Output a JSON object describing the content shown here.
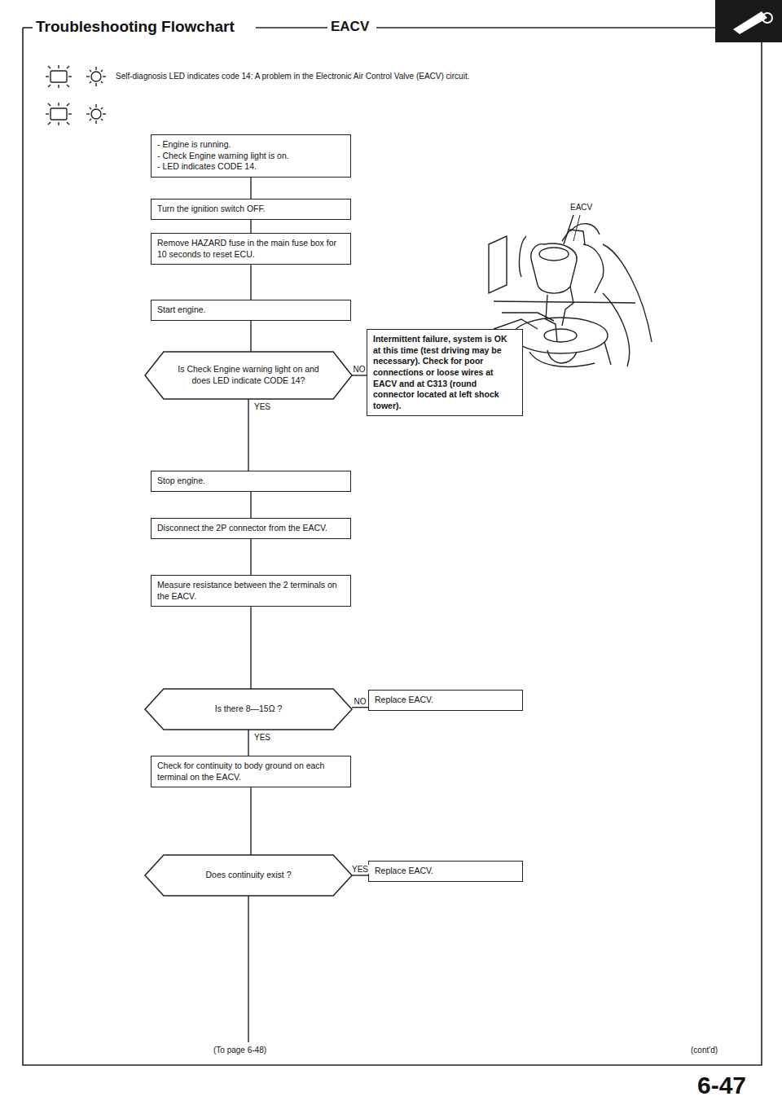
{
  "diagram": {
    "title": "Troubleshooting Flowchart",
    "nodes": [
      {
        "text": [
          "- Engine is running.",
          "- Check Engine warning light is on.",
          "- LED indicates CODE 14."
        ]
      },
      {
        "text": [
          "Turn the ignition switch OFF."
        ]
      },
      {
        "text": [
          "Remove HAZARD fuse in the main fuse box for 10 seconds to reset ECU."
        ]
      },
      {
        "text": [
          "Start engine."
        ]
      },
      {
        "text": [
          "Is Check Engine warning light on and does LED indicate CODE 14?"
        ]
      },
      {
        "text": [
          "Intermittent failure, system is OK at this time (test driving may be necessary). Check for poor connections or loose wires at EACV and at C313 (round connector located at left shock tower)."
        ]
      },
      {
        "text": [
          "Stop engine."
        ]
      },
      {
        "text": [
          "Disconnect the 2P connector from the EACV."
        ]
      },
      {
        "text": [
          "Measure resistance between the 2 terminals on the EACV."
        ]
      },
      {
        "text": [
          "Is there 8—15Ω ?"
        ]
      },
      {
        "text": [
          "Replace EACV."
        ]
      },
      {
        "text": [
          "Check for continuity to body ground on each terminal on the EACV."
        ]
      },
      {
        "text": [
          "Does continuity exist ?"
        ]
      },
      {
        "text": [
          "Replace EACV."
        ]
      }
    ],
    "edges": [
      {
        "from": 0,
        "to": 1,
        "arrow": "none"
      },
      {
        "from": 1,
        "to": 2,
        "arrow": "none"
      },
      {
        "from": 2,
        "to": 3,
        "arrow": "none"
      },
      {
        "from": 3,
        "to": 4,
        "arrow": "none"
      },
      {
        "from": 4,
        "to": 5,
        "label": "NO",
        "arrow": "none"
      },
      {
        "from": 4,
        "to": 6,
        "label": "YES",
        "arrow": "none"
      },
      {
        "from": 6,
        "to": 7,
        "arrow": "none"
      },
      {
        "from": 7,
        "to": 8,
        "arrow": "none"
      },
      {
        "from": 8,
        "to": 9,
        "arrow": "none"
      },
      {
        "from": 9,
        "to": 10,
        "label": "NO",
        "arrow": "none"
      },
      {
        "from": 9,
        "to": 11,
        "label": "YES",
        "arrow": "none"
      },
      {
        "from": 11,
        "to": 12,
        "arrow": "none"
      },
      {
        "from": 12,
        "to": 13,
        "label": "YES",
        "arrow": "none"
      }
    ],
    "labels": [
      "EACV",
      "Self-diagnosis LED indicates code 14: A problem in the Electronic Air Control Valve (EACV) circuit.",
      "EACV",
      "(To page 6-48)",
      "(cont'd)",
      "6-47"
    ]
  }
}
